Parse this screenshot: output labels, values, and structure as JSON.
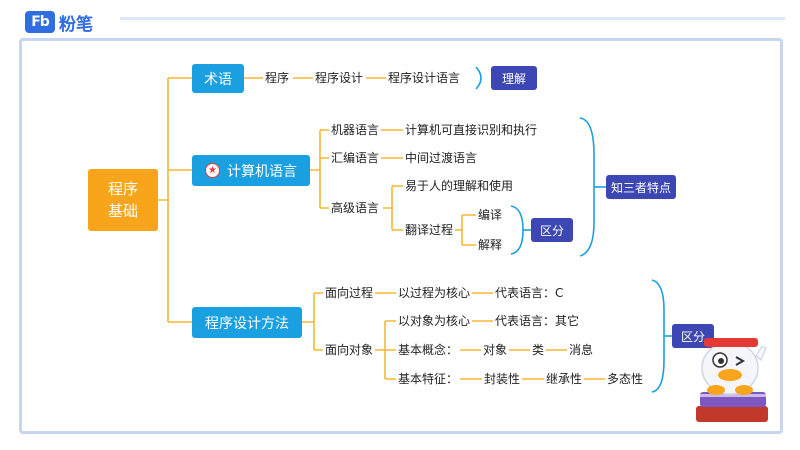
{
  "brand": {
    "logo_mark": "Fb",
    "logo_text": "粉笔"
  },
  "root": {
    "line1": "程序",
    "line2": "基础"
  },
  "branch_terms": {
    "label": "术语",
    "items": [
      "程序",
      "程序设计",
      "程序设计语言"
    ],
    "tag": "理解"
  },
  "branch_languages": {
    "label": "计算机语言",
    "star": "★",
    "machine": {
      "label": "机器语言",
      "detail": "计算机可直接识别和执行"
    },
    "assembly": {
      "label": "汇编语言",
      "detail": "中间过渡语言"
    },
    "high": {
      "label": "高级语言",
      "detail": "易于人的理解和使用",
      "translate": {
        "label": "翻译过程",
        "items": [
          "编译",
          "解释"
        ],
        "tag": "区分"
      }
    },
    "tag": "知三者特点"
  },
  "branch_methods": {
    "label": "程序设计方法",
    "procedural": {
      "label": "面向过程",
      "core": "以过程为核心",
      "rep": "代表语言：C"
    },
    "oo": {
      "label": "面向对象",
      "core": "以对象为核心",
      "rep": "代表语言：其它",
      "concepts_label": "基本概念：",
      "concepts": [
        "对象",
        "类",
        "消息"
      ],
      "features_label": "基本特征：",
      "features": [
        "封装性",
        "继承性",
        "多态性"
      ]
    },
    "tag": "区分"
  },
  "colors": {
    "orange": "#f9a51c",
    "blue": "#1aa0e0",
    "indigo": "#3d47b3",
    "line": "#f7b733",
    "bracket": "#1aa0e0"
  }
}
